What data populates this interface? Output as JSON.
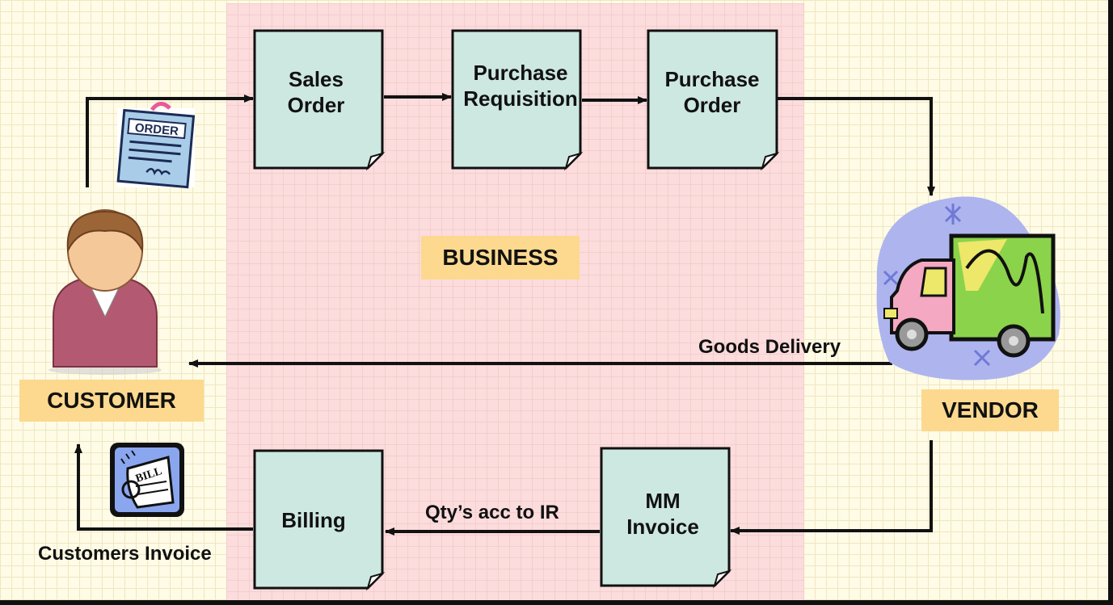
{
  "zone": {
    "label": "BUSINESS"
  },
  "actors": {
    "customer": {
      "label": "CUSTOMER"
    },
    "vendor": {
      "label": "VENDOR"
    }
  },
  "documents": {
    "sales_order": "Sales\nOrder",
    "purchase_requisition": "Purchase\nRequisition",
    "purchase_order": "Purchase\nOrder",
    "mm_invoice": "MM\nInvoice",
    "billing": "Billing"
  },
  "edges": {
    "goods_delivery": "Goods Delivery",
    "qty_acc_to_ir": "Qty’s acc to IR",
    "customers_invoice": "Customers Invoice"
  },
  "icons": {
    "order_icon": "ORDER",
    "bill_icon": "BILL"
  },
  "colors": {
    "business_zone": "#fcdcdc",
    "document_fill": "#cde7e1",
    "tag_fill": "#fcd98f"
  }
}
